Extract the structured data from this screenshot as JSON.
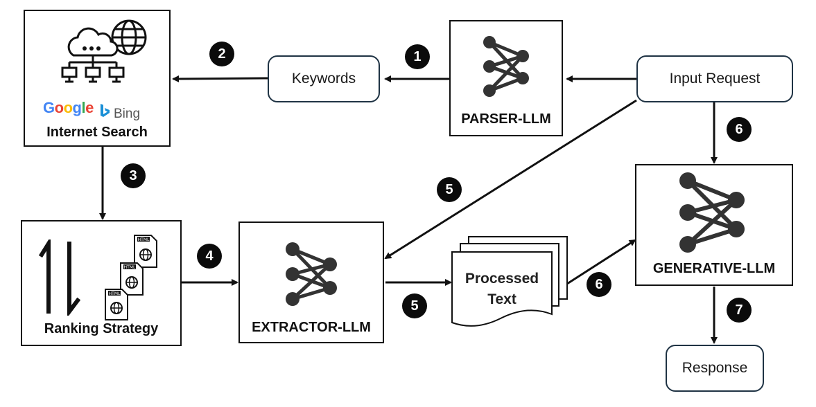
{
  "nodes": {
    "internet_search": {
      "label": "Internet Search",
      "google": "Google",
      "bing": "Bing"
    },
    "keywords": {
      "label": "Keywords"
    },
    "parser_llm": {
      "label": "PARSER-LLM"
    },
    "input_request": {
      "label": "Input Request"
    },
    "ranking_strategy": {
      "label": "Ranking Strategy",
      "doc_tag": "HTML"
    },
    "extractor_llm": {
      "label": "EXTRACTOR-LLM"
    },
    "processed_text": {
      "line1": "Processed",
      "line2": "Text"
    },
    "generative_llm": {
      "label": "GENERATIVE-LLM"
    },
    "response": {
      "label": "Response"
    }
  },
  "steps": {
    "s1": "1",
    "s2": "2",
    "s3": "3",
    "s4": "4",
    "s5a": "5",
    "s5b": "5",
    "s6a": "6",
    "s6b": "6",
    "s7": "7"
  },
  "colors": {
    "ink": "#111111",
    "rounded_border": "#1f3344",
    "badge": "#0b0b0b",
    "google_blue": "#4285F4",
    "google_red": "#EA4335",
    "google_yellow": "#FBBC05",
    "google_green": "#34A853",
    "bing_teal": "#1a8fd6"
  },
  "icons": [
    "network-cloud-globe-icon",
    "neural-network-icon",
    "sort-arrows-icon",
    "html-document-icon"
  ]
}
